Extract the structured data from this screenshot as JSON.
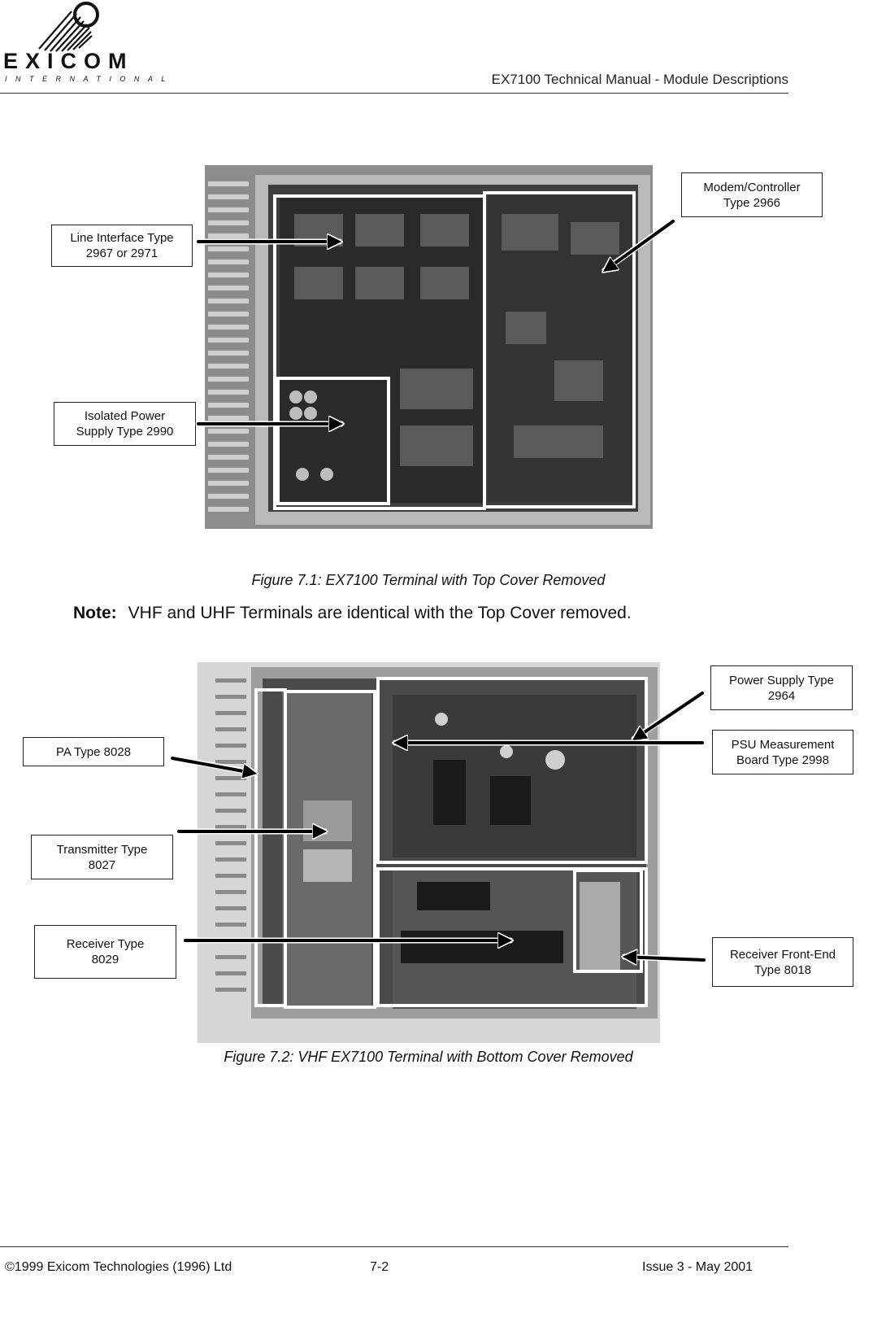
{
  "header": {
    "logo_word": "EXICOM",
    "logo_sub": "INTERNATIONAL",
    "title": "EX7100 Technical Manual - Module Descriptions"
  },
  "figure1": {
    "caption": "Figure 7.1: EX7100 Terminal with Top Cover Removed",
    "callouts": {
      "line_interface": [
        "Line Interface Type",
        "2967 or 2971"
      ],
      "isolated_psu": [
        "Isolated Power",
        "Supply Type 2990"
      ],
      "modem_controller": [
        "Modem/Controller",
        "Type 2966"
      ]
    }
  },
  "note": {
    "label": "Note:",
    "text": "VHF and UHF Terminals are identical with the Top Cover removed."
  },
  "figure2": {
    "caption": "Figure 7.2: VHF EX7100 Terminal with Bottom Cover Removed",
    "callouts": {
      "pa": [
        "PA Type 8028"
      ],
      "transmitter": [
        "Transmitter Type",
        "8027"
      ],
      "receiver": [
        "Receiver Type",
        "8029"
      ],
      "power_supply": [
        "Power Supply Type",
        "2964"
      ],
      "psu_measurement": [
        "PSU Measurement",
        "Board Type 2998"
      ],
      "receiver_front_end": [
        "Receiver Front-End",
        "Type 8018"
      ]
    }
  },
  "footer": {
    "copyright": "©1999 Exicom Technologies (1996) Ltd",
    "page": "7-2",
    "issue": "Issue 3 - May 2001"
  }
}
